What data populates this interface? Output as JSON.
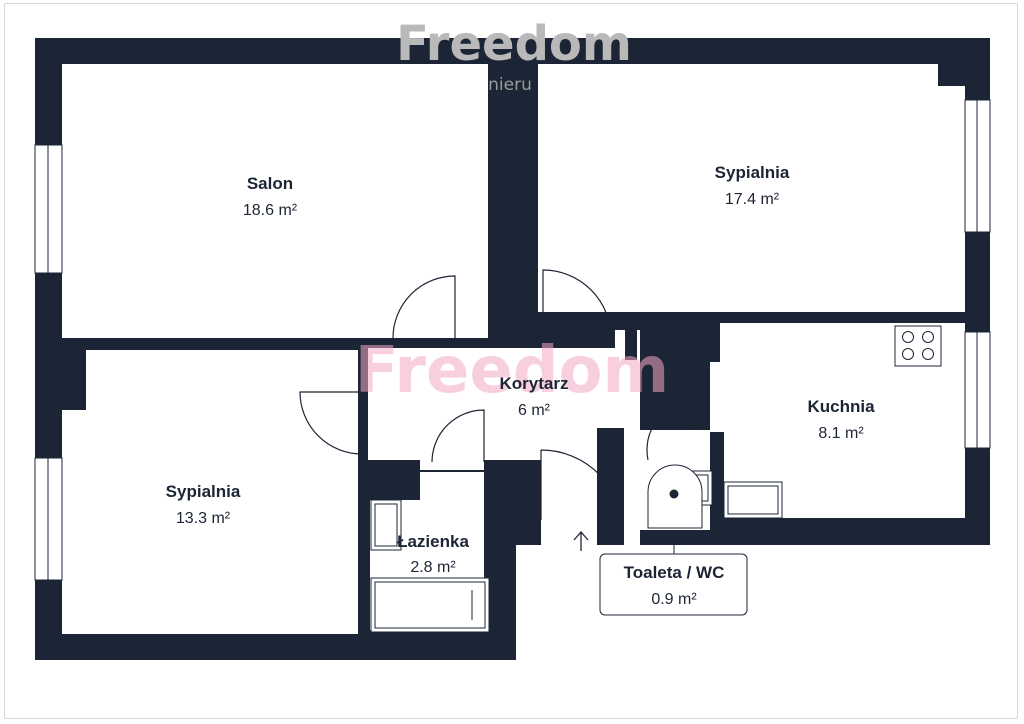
{
  "watermark": {
    "brand": "Freedom",
    "sub": "nieru"
  },
  "colors": {
    "wall": "#1c2535",
    "floor": "#ffffff",
    "frame": "#d6d6d6",
    "watermark_pink": "#f4a8c4"
  },
  "rooms": [
    {
      "id": "salon",
      "name": "Salon",
      "area": "18.6 m²"
    },
    {
      "id": "sypialnia-1",
      "name": "Sypialnia",
      "area": "17.4 m²"
    },
    {
      "id": "korytarz",
      "name": "Korytarz",
      "area": "6 m²"
    },
    {
      "id": "kuchnia",
      "name": "Kuchnia",
      "area": "8.1 m²"
    },
    {
      "id": "sypialnia-2",
      "name": "Sypialnia",
      "area": "13.3 m²"
    },
    {
      "id": "lazienka",
      "name": "Łazienka",
      "area": "2.8 m²"
    },
    {
      "id": "toaleta",
      "name": "Toaleta / WC",
      "area": "0.9 m²"
    }
  ],
  "icons": {
    "entrance": "arrow-up-icon",
    "stove": "stove-icon"
  }
}
